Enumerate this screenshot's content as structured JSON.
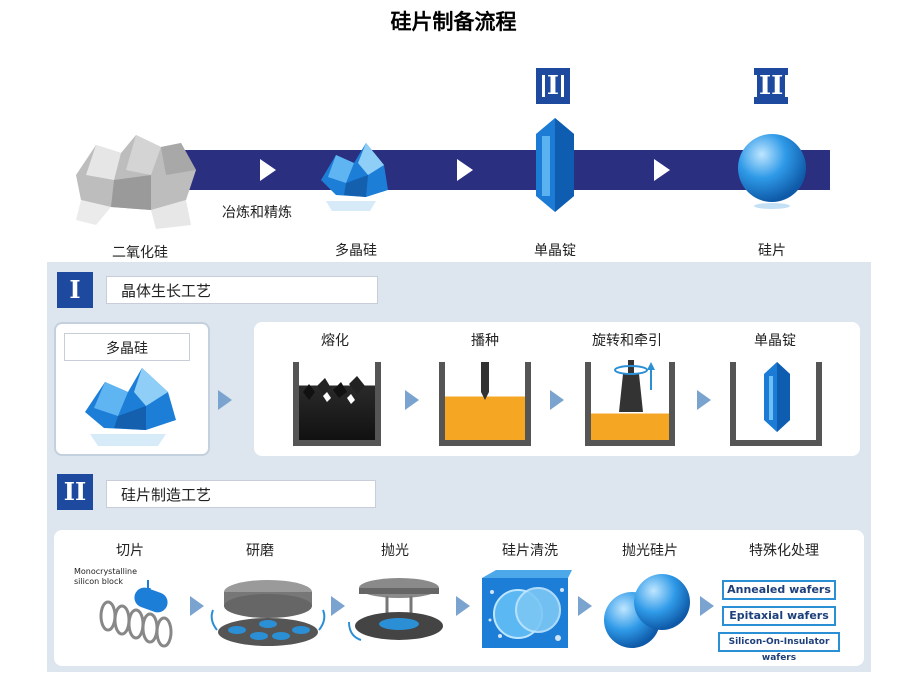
{
  "title": "硅片制备流程",
  "top_flow": {
    "badge_1": "I",
    "badge_2": "II",
    "step_label": "冶炼和精炼",
    "items": [
      "二氧化硅",
      "多晶硅",
      "单晶锭",
      "硅片"
    ]
  },
  "section_1": {
    "badge": "I",
    "title": "晶体生长工艺",
    "input_label": "多晶硅",
    "steps": [
      "熔化",
      "播种",
      "旋转和牵引",
      "单晶锭"
    ]
  },
  "section_2": {
    "badge": "II",
    "title": "硅片制造工艺",
    "steps": [
      "切片",
      "研磨",
      "抛光",
      "硅片清洗",
      "抛光硅片",
      "特殊化处理"
    ],
    "block_label_1": "Monocrystalline",
    "block_label_2": "silicon block",
    "wafer_types": [
      "Annealed wafers",
      "Epitaxial wafers",
      "Silicon-On-Insulator wafers"
    ]
  },
  "colors": {
    "band": "#2b2f80",
    "accent_blue": "#1d4a9e",
    "panel_bg": "#dde5ee",
    "melt_orange": "#f5a623"
  }
}
